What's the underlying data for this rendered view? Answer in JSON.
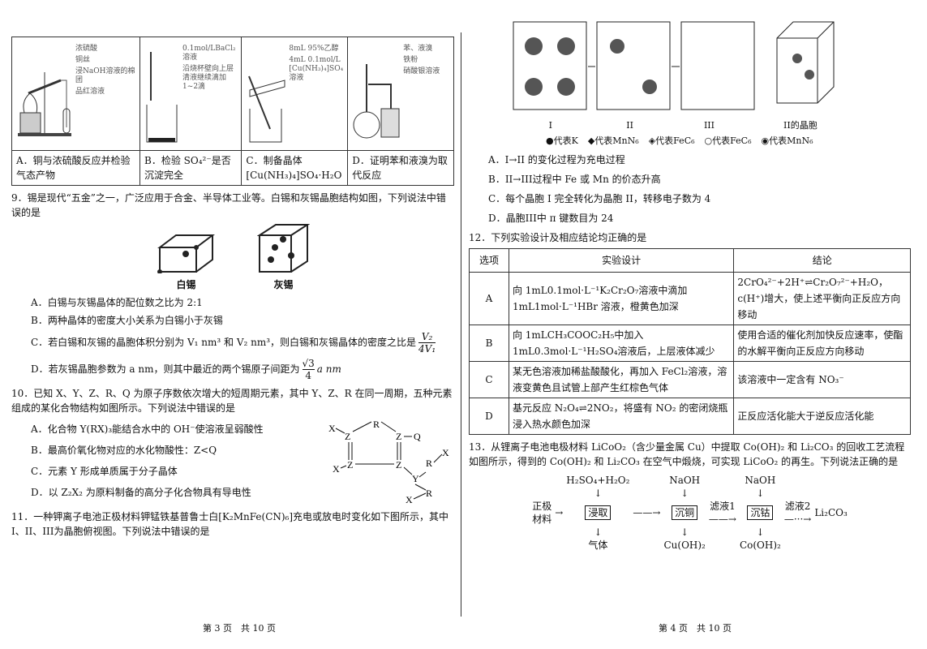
{
  "left_page": {
    "q8_table": {
      "figure_labels": {
        "a": [
          "浓硫酸",
          "铜丝",
          "浸NaOH溶液的棉团",
          "品红溶液"
        ],
        "b": [
          "0.1mol/LBaCl₂溶液",
          "沿烧杯壁向上层清液继续滴加1~2滴"
        ],
        "c": [
          "8mL 95%乙醇",
          "4mL 0.1mol/L [Cu(NH₃)₄]SO₄溶液"
        ],
        "d": [
          "苯、液溴",
          "铁粉",
          "硝酸银溶液"
        ]
      },
      "options": [
        "A．铜与浓硫酸反应并检验气态产物",
        "B．检验 SO₄²⁻是否沉淀完全",
        "C．制备晶体[Cu(NH₃)₄]SO₄·H₂O",
        "D．证明苯和液溴为取代反应"
      ]
    },
    "q9": {
      "stem1": "9．锡是现代“五金”之一，广泛应用于合金、半导体工业等。白锡和灰锡晶胞结构如图，下列说法",
      "stem2": "中错误的是",
      "fig_labels": [
        "白锡",
        "灰锡"
      ],
      "options": [
        "A．白锡与灰锡晶体的配位数之比为 2:1",
        "B．两种晶体的密度大小关系为白锡小于灰锡",
        "C．若白锡和灰锡的晶胞体积分别为 V₁ nm³ 和 V₂ nm³，则白锡和灰锡晶体的密度之比是",
        "D．若灰锡晶胞参数为 a nm，则其中最近的两个锡原子间距为"
      ],
      "frac_c": {
        "num": "V₂",
        "den": "4V₁"
      },
      "frac_d": {
        "num": "√3",
        "den": "4",
        "tail": "a nm"
      }
    },
    "q10": {
      "stem1": "10．已知 X、Y、Z、R、Q 为原子序数依次增大的短周期元素，其中 Y、Z、R 在同一周期，五种元",
      "stem2": "素组成的某化合物结构如图所示。下列说法中错误的是",
      "options": [
        "A．化合物 Y(RX)₃能结合水中的 OH⁻使溶液呈弱酸性",
        "B．最高价氧化物对应的水化物酸性：Z<Q",
        "C．元素 Y 形成单质属于分子晶体",
        "D．以 Z₂X₂ 为原料制备的高分子化合物具有导电性"
      ]
    },
    "q11": {
      "stem1": "11．一种钾离子电池正极材料钾锰铁基普鲁士白[K₂MnFe(CN)₆]充电或放电时变化如下图所示，其中",
      "stem2": "I、II、III为晶胞俯视图。下列说法中错误的是"
    },
    "footer": "第 3 页　共 10 页"
  },
  "right_page": {
    "q11_fig": {
      "labels": [
        "I",
        "II",
        "III",
        "II的晶胞"
      ],
      "legend": [
        "代表K",
        "代表MnN₆",
        "代表FeC₆",
        "代表FeC₆",
        "代表MnN₆"
      ]
    },
    "q11_options": [
      "A．I→II 的变化过程为充电过程",
      "B．II→III过程中 Fe 或 Mn 的价态升高",
      "C．每个晶胞 I 完全转化为晶胞 II，转移电子数为 4",
      "D．晶胞III中 π 键数目为 24"
    ],
    "q12": {
      "stem": "12．下列实验设计及相应结论均正确的是",
      "headers": [
        "选项",
        "实验设计",
        "结论"
      ],
      "rows": [
        {
          "opt": "A",
          "design": [
            "向 1mL0.1mol·L⁻¹K₂Cr₂O₇溶液中滴加 1mL1mol·L⁻¹",
            "HBr 溶液，橙黄色加深"
          ],
          "conclusion": [
            "2CrO₄²⁻+2H⁺⇌Cr₂O₇²⁻+H₂O，c(H⁺)增大，",
            "使上述平衡向正反应方向移动"
          ]
        },
        {
          "opt": "B",
          "design": [
            "向 1mLCH₃COOC₂H₅中加入 1mL0.3mol·L⁻¹H₂SO₄溶",
            "液后，上层液体减少"
          ],
          "conclusion": [
            "使用合适的催化剂加快反应速率，使酯的",
            "水解平衡向正反应方向移动"
          ]
        },
        {
          "opt": "C",
          "design": [
            "某无色溶液加稀盐酸酸化，再加入 FeCl₂溶液，溶",
            "液变黄色且试管上部产生红棕色气体"
          ],
          "conclusion": [
            "该溶液中一定含有 NO₃⁻"
          ]
        },
        {
          "opt": "D",
          "design": [
            "基元反应 N₂O₄⇌2NO₂，将盛有 NO₂ 的密闭烧瓶浸",
            "入热水颜色加深"
          ],
          "conclusion": [
            "正反应活化能大于逆反应活化能"
          ]
        }
      ]
    },
    "q13": {
      "stem1": "13．从锂离子电池电极材料 LiCoO₂（含少量金属 Cu）中提取 Co(OH)₂ 和 Li₂CO₃ 的回收工艺流程如图",
      "stem2": "所示，得到的 Co(OH)₂ 和 Li₂CO₃ 在空气中煅烧，可实现 LiCoO₂ 的再生。下列说法正确的是",
      "flow": {
        "start": [
          "正极",
          "材料"
        ],
        "reagents": [
          "H₂SO₄+H₂O₂",
          "NaOH",
          "NaOH"
        ],
        "steps": [
          "浸取",
          "沉铜",
          "沉钴"
        ],
        "filtrates": [
          "滤液1",
          "滤液2"
        ],
        "products": [
          "气体",
          "Cu(OH)₂",
          "Co(OH)₂"
        ],
        "end": "Li₂CO₃"
      }
    },
    "footer": "第 4 页　共 10 页"
  }
}
